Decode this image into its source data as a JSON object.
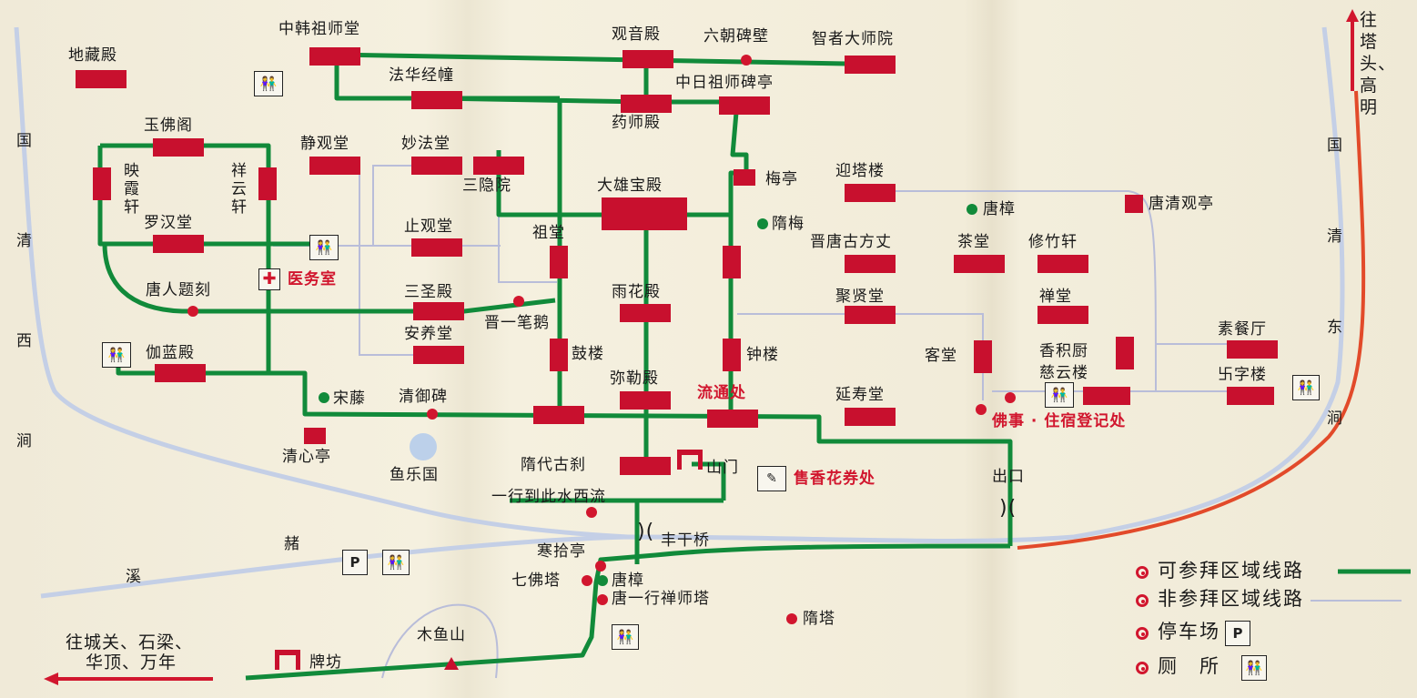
{
  "buildings": [
    {
      "id": "dizang",
      "label": "地藏殿"
    },
    {
      "id": "zhonghan",
      "label": "中韩祖师堂"
    },
    {
      "id": "guanyin",
      "label": "观音殿"
    },
    {
      "id": "liuchao",
      "label": "六朝碑壁"
    },
    {
      "id": "zhizhe",
      "label": "智者大师院"
    },
    {
      "id": "fahua",
      "label": "法华经幢"
    },
    {
      "id": "zhongri",
      "label": "中日祖师碑亭"
    },
    {
      "id": "yaoshi",
      "label": "药师殿"
    },
    {
      "id": "yufo",
      "label": "玉佛阁"
    },
    {
      "id": "yingxia",
      "label": "映霞轩"
    },
    {
      "id": "xiangyun",
      "label": "祥云轩"
    },
    {
      "id": "jingguan",
      "label": "静观堂"
    },
    {
      "id": "miaofa",
      "label": "妙法堂"
    },
    {
      "id": "sanyin",
      "label": "三隐院"
    },
    {
      "id": "daxiong",
      "label": "大雄宝殿"
    },
    {
      "id": "meiting",
      "label": "梅亭"
    },
    {
      "id": "suimei",
      "label": "隋梅"
    },
    {
      "id": "yingta",
      "label": "迎塔楼"
    },
    {
      "id": "tangzhang1",
      "label": "唐樟"
    },
    {
      "id": "tangqing",
      "label": "唐清观亭"
    },
    {
      "id": "luohan",
      "label": "罗汉堂"
    },
    {
      "id": "zhiguan",
      "label": "止观堂"
    },
    {
      "id": "zutang",
      "label": "祖堂"
    },
    {
      "id": "jintang",
      "label": "晋唐古方丈"
    },
    {
      "id": "chatang",
      "label": "茶堂"
    },
    {
      "id": "xiuzhu",
      "label": "修竹轩"
    },
    {
      "id": "tangren",
      "label": "唐人题刻"
    },
    {
      "id": "yiwu",
      "label": "医务室"
    },
    {
      "id": "sansheng",
      "label": "三圣殿"
    },
    {
      "id": "yuhua",
      "label": "雨花殿"
    },
    {
      "id": "juxian",
      "label": "聚贤堂"
    },
    {
      "id": "chantang",
      "label": "禅堂"
    },
    {
      "id": "jinyi",
      "label": "晋一笔鹅"
    },
    {
      "id": "anyang",
      "label": "安养堂"
    },
    {
      "id": "gulou",
      "label": "鼓楼"
    },
    {
      "id": "zhonglou",
      "label": "钟楼"
    },
    {
      "id": "ketang",
      "label": "客堂"
    },
    {
      "id": "xiangji",
      "label": "香积厨"
    },
    {
      "id": "suchan",
      "label": "素餐厅"
    },
    {
      "id": "qielan",
      "label": "伽蓝殿"
    },
    {
      "id": "ciyun",
      "label": "慈云楼"
    },
    {
      "id": "wanzi",
      "label": "卐字楼"
    },
    {
      "id": "songteng",
      "label": "宋藤"
    },
    {
      "id": "qingyu",
      "label": "清御碑"
    },
    {
      "id": "mile",
      "label": "弥勒殿"
    },
    {
      "id": "liutong",
      "label": "流通处"
    },
    {
      "id": "yanshou",
      "label": "延寿堂"
    },
    {
      "id": "foshi",
      "label": "佛事 · 住宿登记处"
    },
    {
      "id": "qingxin",
      "label": "清心亭"
    },
    {
      "id": "yule",
      "label": "鱼乐国"
    },
    {
      "id": "suidai",
      "label": "隋代古刹"
    },
    {
      "id": "shanmen",
      "label": "山门"
    },
    {
      "id": "shouxiang",
      "label": "售香花券处"
    },
    {
      "id": "chukou",
      "label": "出口"
    },
    {
      "id": "yixing",
      "label": "一行到此水西流"
    },
    {
      "id": "fenggan",
      "label": "丰干桥"
    },
    {
      "id": "hanshi",
      "label": "寒拾亭"
    },
    {
      "id": "qifo",
      "label": "七佛塔"
    },
    {
      "id": "tangzhang2",
      "label": "唐樟"
    },
    {
      "id": "tangyixing",
      "label": "唐一行禅师塔"
    },
    {
      "id": "suita",
      "label": "隋塔"
    },
    {
      "id": "muyu",
      "label": "木鱼山"
    },
    {
      "id": "paifang",
      "label": "牌坊"
    }
  ],
  "streams": {
    "west": "国清西涧",
    "east": "国清东涧",
    "he": "赭",
    "xi": "溪"
  },
  "directions": {
    "north": "往塔头、高明",
    "south_line1": "往城关、石梁、",
    "south_line2": "华顶、万年"
  },
  "icons": {
    "parking": "P",
    "toilet": "toilet-icon",
    "clinic": "red-cross-icon"
  },
  "legend": [
    {
      "label": "可参拜区域线路",
      "type": "green-line"
    },
    {
      "label": "非参拜区域线路",
      "type": "gray-line"
    },
    {
      "label": "停车场",
      "type": "parking",
      "icon_text": "P"
    },
    {
      "label": "厕　所",
      "type": "toilet"
    }
  ],
  "colors": {
    "visitable_route": "#118a3a",
    "non_visitable_route": "#b9bdd9",
    "building": "#c8102e",
    "stream": "#c4cfe6",
    "road": "#e24a2a"
  }
}
